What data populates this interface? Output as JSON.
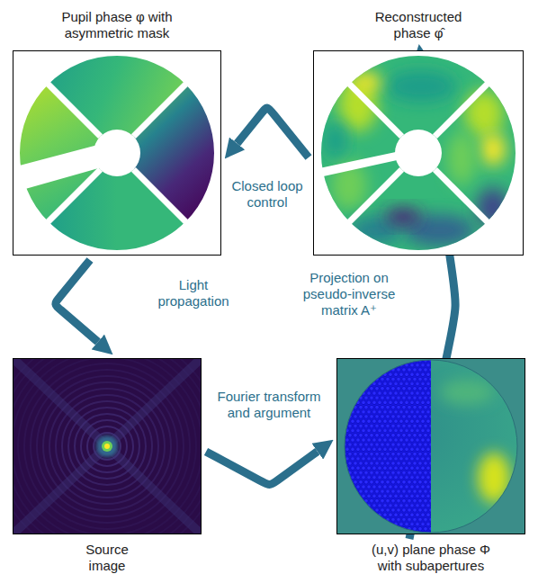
{
  "diagram": {
    "nodes": [
      {
        "text": [
          "Pupil phase φ with asymmetric mask"
        ]
      },
      {
        "text": [
          "Reconstructed phase φ̂"
        ]
      },
      {
        "text": [
          "Source image"
        ]
      },
      {
        "text": [
          "(u,v) plane phase Φ with subapertures"
        ]
      }
    ],
    "edges": [
      {
        "from": 0,
        "to": 2,
        "label": "Light propagation",
        "arrow": "to"
      },
      {
        "from": 2,
        "to": 3,
        "label": "Fourier transform and argument",
        "arrow": "to"
      },
      {
        "from": 3,
        "to": 1,
        "label": "Projection on pseudo-inverse matrix A⁺",
        "arrow": "to"
      },
      {
        "from": 1,
        "to": 0,
        "label": "Closed loop control",
        "arrow": "to"
      }
    ]
  }
}
